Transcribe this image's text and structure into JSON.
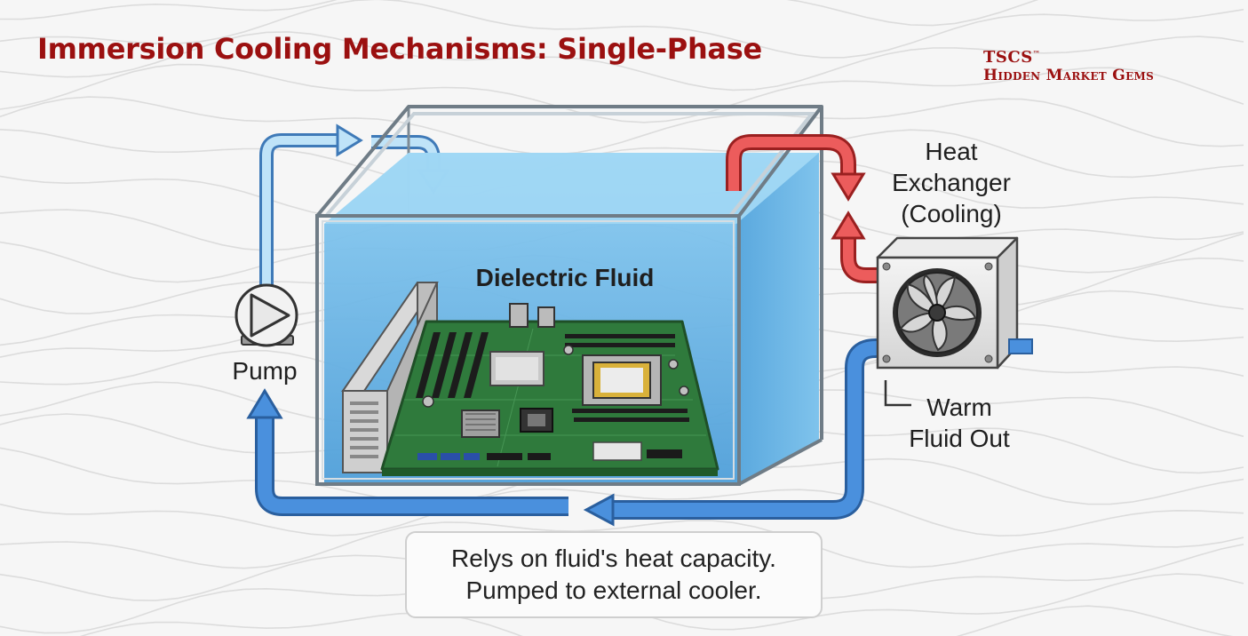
{
  "title": "Immersion Cooling Mechanisms: Single-Phase",
  "brand": {
    "mark": "TSCS",
    "trademark": "™",
    "tagline": "Hidden Market Gems"
  },
  "labels": {
    "fluid": "Dielectric Fluid",
    "pump": "Pump",
    "heat_exchanger": [
      "Heat",
      "Exchanger",
      "(Cooling)"
    ],
    "warm_fluid": [
      "Warm",
      "Fluid Out"
    ]
  },
  "caption": [
    "Relys on fluid's heat capacity.",
    "Pumped to external cooler."
  ],
  "icons": [
    "pump-icon",
    "fan-icon",
    "motherboard-icon",
    "power-supply-icon"
  ],
  "colors": {
    "title": "#9b1010",
    "cool_pipe": "#3f86d8",
    "hot_pipe": "#e05050",
    "fluid": "#6db8e8",
    "board": "#2e7a3a"
  }
}
